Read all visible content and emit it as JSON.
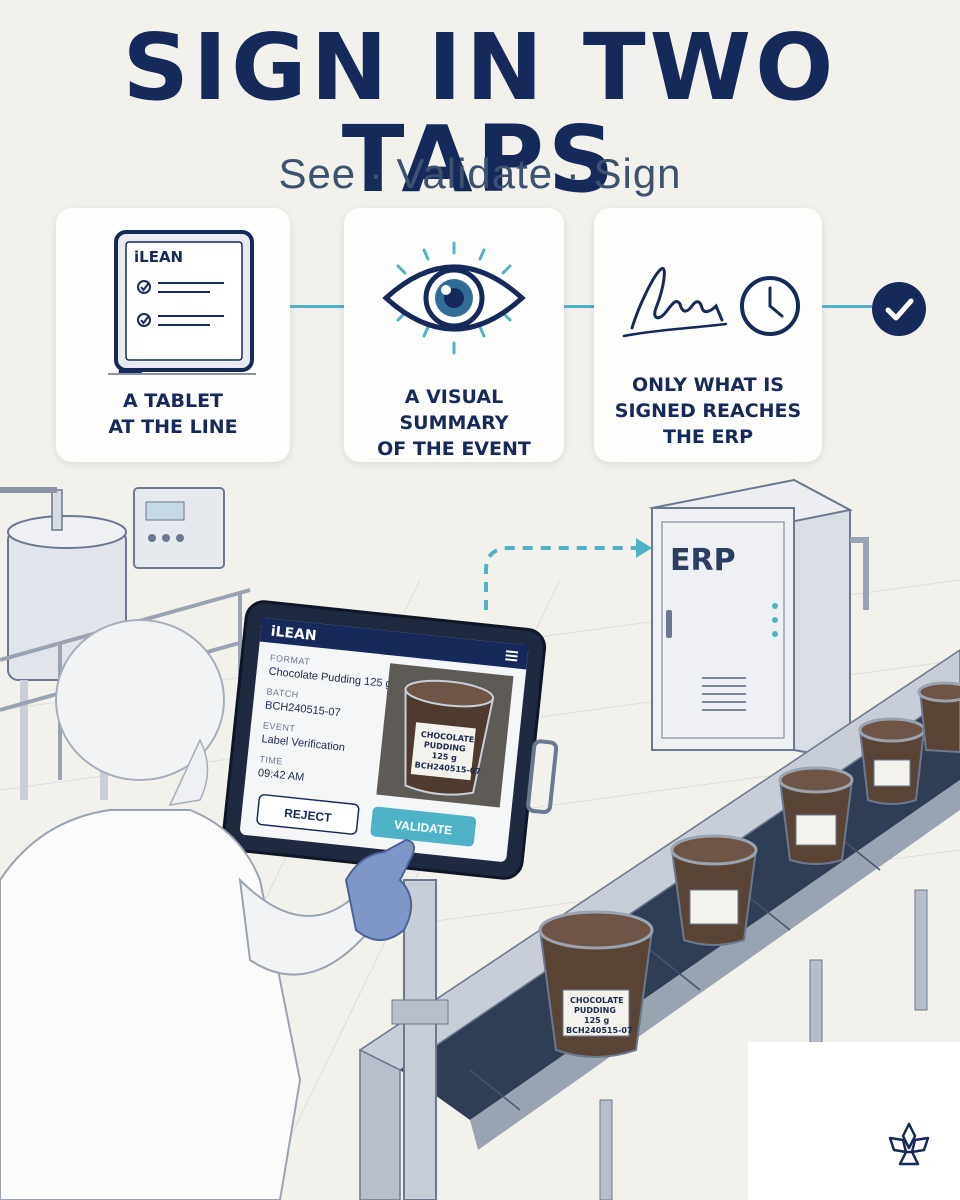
{
  "headline": "SIGN IN TWO TAPS",
  "subhead": "See · Validate · Sign",
  "steps": [
    {
      "icon": "tablet-checklist-icon",
      "screen_brand": "iLEAN",
      "caption": "A TABLET\nAT THE LINE"
    },
    {
      "icon": "eye-icon",
      "caption": "A VISUAL SUMMARY\nOF THE EVENT"
    },
    {
      "icon": "signature-clock-icon",
      "caption": "ONLY WHAT IS\nSIGNED REACHES\nTHE ERP"
    }
  ],
  "final_icon": "checkmark-circle-icon",
  "tablet": {
    "brand": "iLEAN",
    "fields": [
      {
        "label": "FORMAT",
        "value": "Chocolate Pudding 125 g"
      },
      {
        "label": "BATCH",
        "value": "BCH240515-07"
      },
      {
        "label": "EVENT",
        "value": "Label Verification"
      },
      {
        "label": "TIME",
        "value": "09:42 AM"
      }
    ],
    "reject_label": "REJECT",
    "validate_label": "VALIDATE",
    "product_label": {
      "line1": "CHOCOLATE",
      "line2": "PUDDING",
      "line3": "125 g",
      "code": "BCH240515-07"
    }
  },
  "erp": {
    "label": "ERP"
  },
  "cup_label": {
    "line1": "CHOCOLATE",
    "line2": "PUDDING",
    "line3": "125 g",
    "code": "BCH240515-07"
  },
  "colors": {
    "navy": "#15295a",
    "teal": "#4fb3c8",
    "background": "#f3f1ec"
  }
}
